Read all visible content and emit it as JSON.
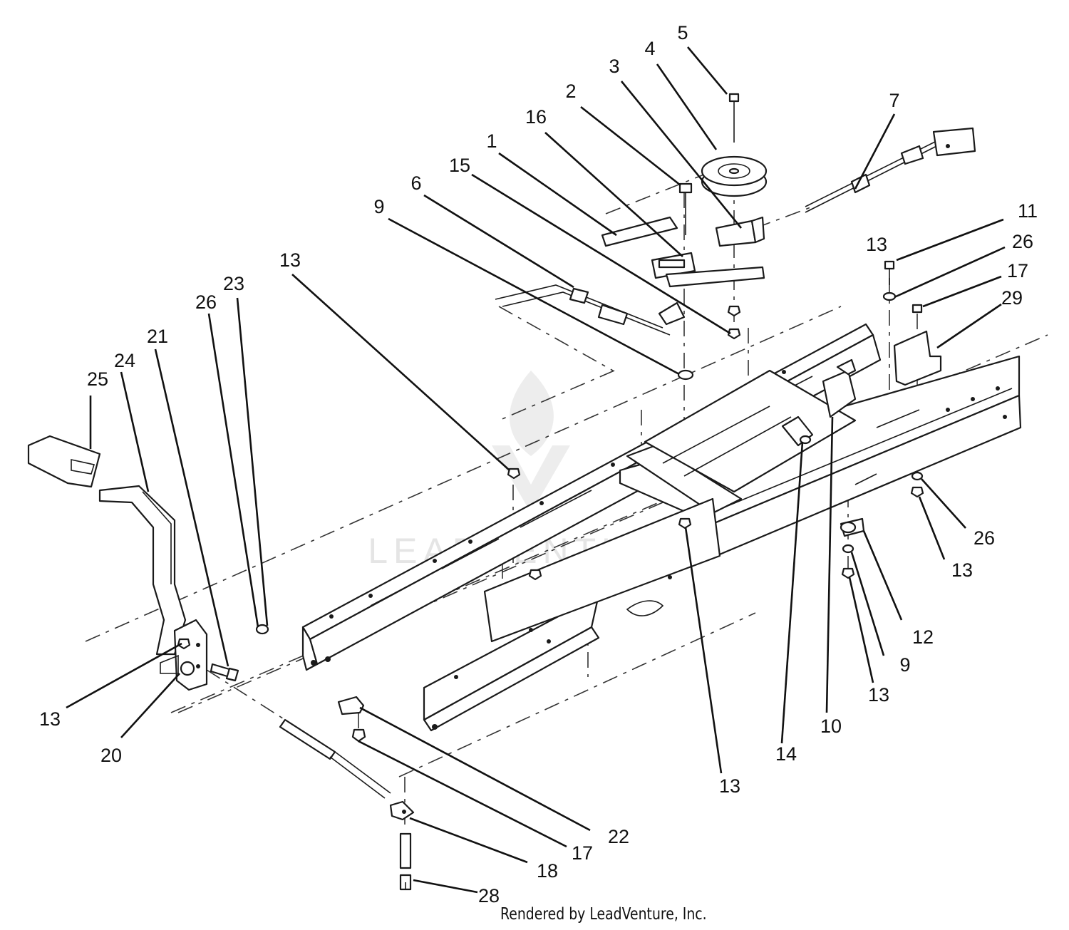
{
  "diagram": {
    "callouts": [
      {
        "id": "c5",
        "text": "5"
      },
      {
        "id": "c4",
        "text": "4"
      },
      {
        "id": "c3",
        "text": "3"
      },
      {
        "id": "c2",
        "text": "2"
      },
      {
        "id": "c16",
        "text": "16"
      },
      {
        "id": "c1",
        "text": "1"
      },
      {
        "id": "c15",
        "text": "15"
      },
      {
        "id": "c6",
        "text": "6"
      },
      {
        "id": "c9a",
        "text": "9"
      },
      {
        "id": "c7",
        "text": "7"
      },
      {
        "id": "c11",
        "text": "11"
      },
      {
        "id": "c13a",
        "text": "13"
      },
      {
        "id": "c26a",
        "text": "26"
      },
      {
        "id": "c17a",
        "text": "17"
      },
      {
        "id": "c29",
        "text": "29"
      },
      {
        "id": "c13b",
        "text": "13"
      },
      {
        "id": "c23",
        "text": "23"
      },
      {
        "id": "c26b",
        "text": "26"
      },
      {
        "id": "c21",
        "text": "21"
      },
      {
        "id": "c24",
        "text": "24"
      },
      {
        "id": "c25",
        "text": "25"
      },
      {
        "id": "c26c",
        "text": "26"
      },
      {
        "id": "c13c",
        "text": "13"
      },
      {
        "id": "c12",
        "text": "12"
      },
      {
        "id": "c9b",
        "text": "9"
      },
      {
        "id": "c13d",
        "text": "13"
      },
      {
        "id": "c10",
        "text": "10"
      },
      {
        "id": "c14",
        "text": "14"
      },
      {
        "id": "c13e",
        "text": "13"
      },
      {
        "id": "c13f",
        "text": "13"
      },
      {
        "id": "c20",
        "text": "20"
      },
      {
        "id": "c22",
        "text": "22"
      },
      {
        "id": "c17b",
        "text": "17"
      },
      {
        "id": "c18",
        "text": "18"
      },
      {
        "id": "c28",
        "text": "28"
      }
    ]
  },
  "watermark": "LEADVENTURE",
  "footer": "Rendered by LeadVenture, Inc."
}
